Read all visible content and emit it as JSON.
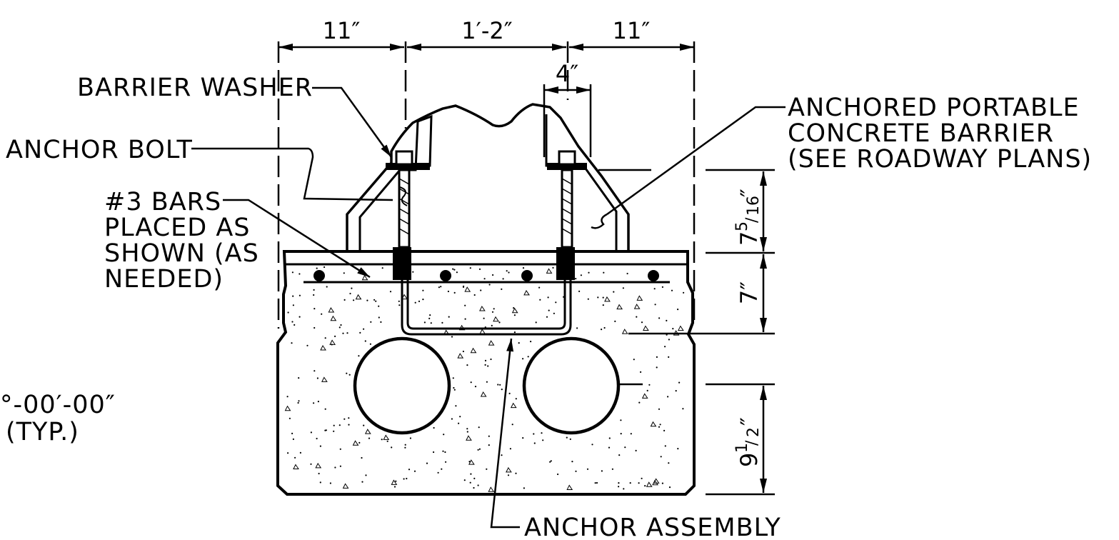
{
  "labels": {
    "barrier_washer": "BARRIER WASHER",
    "anchor_bolt": "ANCHOR BOLT",
    "bars_line1": "#3 BARS",
    "bars_line2": "PLACED AS",
    "bars_line3": "SHOWN (AS",
    "bars_line4": "NEEDED)",
    "barrier_line1": "ANCHORED PORTABLE",
    "barrier_line2": "CONCRETE BARRIER",
    "barrier_line3": "(SEE ROADWAY PLANS)",
    "anchor_assembly": "ANCHOR ASSEMBLY",
    "angle_line1": "°-00′-00″",
    "angle_line2": "(TYP.)"
  },
  "dimensions": {
    "left": "11″",
    "middle": "1′-2″",
    "right": "11″",
    "bolt_offset": "4″",
    "barrier_height_whole": "7",
    "barrier_height_num": "5",
    "barrier_height_den": "16",
    "barrier_height_mark": "″",
    "deck_top": "7″",
    "deck_bottom_whole": "9",
    "deck_bottom_num": "1",
    "deck_bottom_den": "2",
    "deck_bottom_mark": "″"
  },
  "colors": {
    "line": "#000000",
    "background": "#ffffff"
  }
}
